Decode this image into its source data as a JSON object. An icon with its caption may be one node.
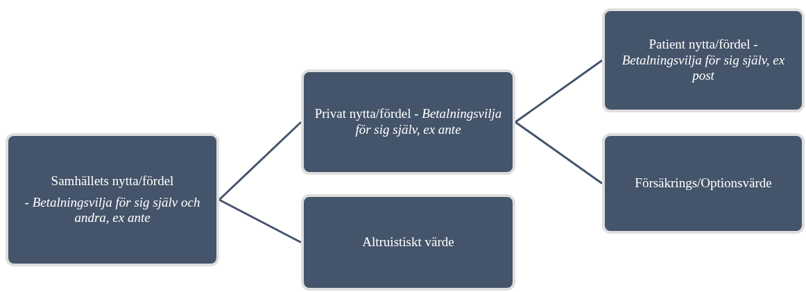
{
  "diagram": {
    "nodes": [
      {
        "text": [
          "Samhällets nytta/fördel",
          "- Betalningsvilja för sig själv och andra, ex ante"
        ]
      },
      {
        "text": [
          "Privat nytta/fördel - *Betalningsvilja för sig själv, ex ante*"
        ]
      },
      {
        "text": [
          "Altruistiskt värde"
        ]
      },
      {
        "text": [
          "Patient nytta/fördel - *Betalningsvilja för sig själv, ex post*"
        ]
      },
      {
        "text": [
          "Försäkrings/Optionsvärde"
        ]
      }
    ],
    "edges": [
      {
        "from": 0,
        "to": 1,
        "arrow": "none"
      },
      {
        "from": 0,
        "to": 2,
        "arrow": "none"
      },
      {
        "from": 1,
        "to": 3,
        "arrow": "none"
      },
      {
        "from": 1,
        "to": 4,
        "arrow": "none"
      }
    ]
  }
}
